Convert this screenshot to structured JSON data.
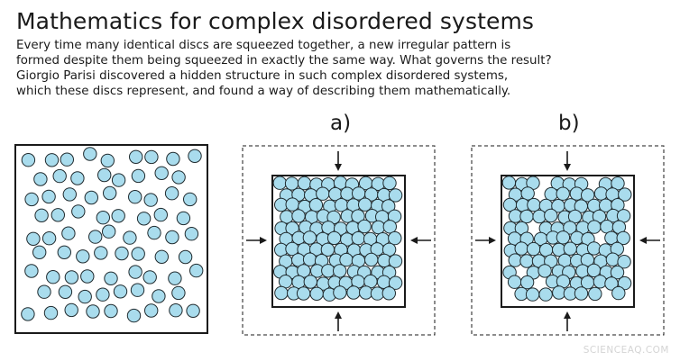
{
  "title": "Mathematics for complex disordered systems",
  "description": {
    "lines": [
      "Every time many identical discs are squeezed together, a new irregular pattern is",
      "formed despite them being squeezed in exactly the same way. What governs the result?",
      "Giorgio Parisi discovered a hidden structure in such complex disordered systems,",
      "which these discs represent, and found a way of describing them mathematically."
    ]
  },
  "panels": {
    "a_label": "a)",
    "b_label": "b)"
  },
  "colors": {
    "disc_fill": "#a9dced",
    "disc_stroke": "#1f2a2e",
    "frame": "#1a1a1a"
  },
  "watermark": "SCIENCEAQ.COM"
}
